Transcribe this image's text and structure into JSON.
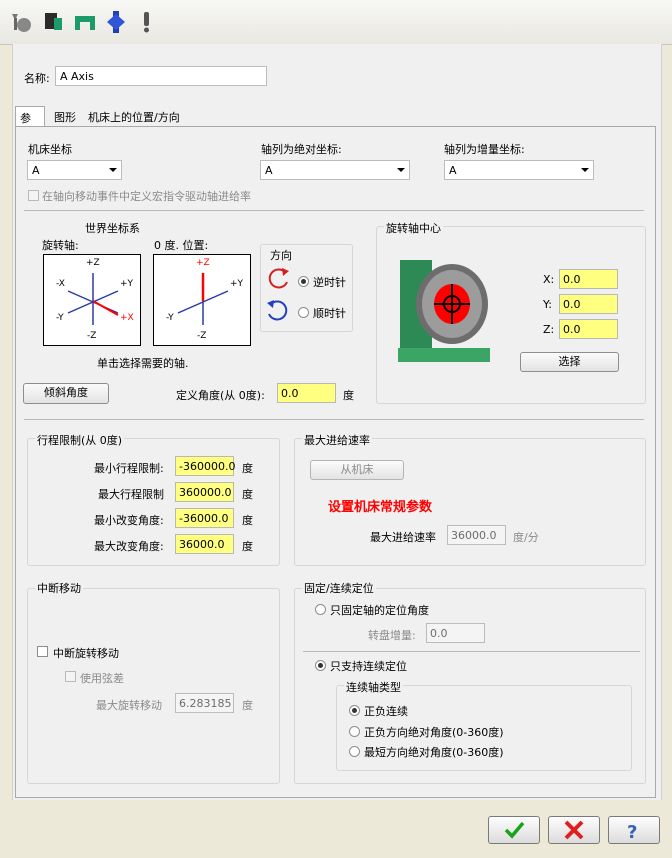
{
  "toolbar": {
    "icons": [
      "hammer-grenade-icon",
      "machine-part-icon",
      "bracket-icon",
      "axis-gear-icon",
      "exclamation-icon"
    ]
  },
  "name": {
    "label": "名称:",
    "value": "A Axis"
  },
  "tabs": [
    "参数",
    "图形",
    "机床上的位置/方向"
  ],
  "machine_coord": {
    "label": "机床坐标",
    "value": "A"
  },
  "abs_coord": {
    "label": "轴列为绝对坐标:",
    "value": "A"
  },
  "inc_coord": {
    "label": "轴列为增量坐标:",
    "value": "A"
  },
  "macro_check": {
    "label": "在轴向移动事件中定义宏指令驱动轴进给率",
    "checked": false
  },
  "world": {
    "title": "世界坐标系",
    "rot_axis_label": "旋转轴:",
    "zero_pos_label": "0 度. 位置:",
    "hint": "单击选择需要的轴.",
    "box1": {
      "pz": "+Z",
      "nx": "-X",
      "py": "+Y",
      "ny": "-Y",
      "px": "+X",
      "nz": "-Z"
    },
    "box2": {
      "pz": "+Z",
      "py": "+Y",
      "ny": "-Y",
      "nz": "-Z"
    }
  },
  "direction": {
    "title": "方向",
    "ccw": "逆时针",
    "cw": "顺时针",
    "selected": "ccw"
  },
  "tilt_button": "倾斜角度",
  "define_angle": {
    "label": "定义角度(从 0度):",
    "value": "0.0",
    "unit": "度"
  },
  "rot_center": {
    "title": "旋转轴中心",
    "x_label": "X:",
    "x": "0.0",
    "y_label": "Y:",
    "y": "0.0",
    "z_label": "Z:",
    "z": "0.0",
    "select_button": "选择"
  },
  "travel": {
    "title": "行程限制(从 0度)",
    "rows": [
      {
        "label": "最小行程限制:",
        "value": "-360000.0",
        "unit": "度"
      },
      {
        "label": "最大行程限制",
        "value": "360000.0",
        "unit": "度"
      },
      {
        "label": "最小改变角度:",
        "value": "-36000.0",
        "unit": "度"
      },
      {
        "label": "最大改变角度:",
        "value": "36000.0",
        "unit": "度"
      }
    ]
  },
  "feed": {
    "title": "最大进给速率",
    "from_machine": "从机床",
    "notice": "设置机床常规参数",
    "max_label": "最大进给速率",
    "max_value": "36000.0",
    "unit": "度/分"
  },
  "interrupt": {
    "title": "中断移动",
    "interrupt_label": "中断旋转移动",
    "chord_label": "使用弦差",
    "max_rot_label": "最大旋转移动",
    "max_rot_value": "6.283185",
    "unit": "度"
  },
  "positioning": {
    "title": "固定/连续定位",
    "fixed_label": "只固定轴的定位角度",
    "index_label": "转盘增量:",
    "index_value": "0.0",
    "continuous_label": "只支持连续定位",
    "selected": "continuous",
    "cont_type_title": "连续轴类型",
    "options": [
      "正负连续",
      "正负方向绝对角度(0-360度)",
      "最短方向绝对角度(0-360度)"
    ],
    "selected_option": 0
  },
  "colors": {
    "yellow": "#ffff80",
    "red": "#ff0000",
    "check": "#1aa31a"
  }
}
